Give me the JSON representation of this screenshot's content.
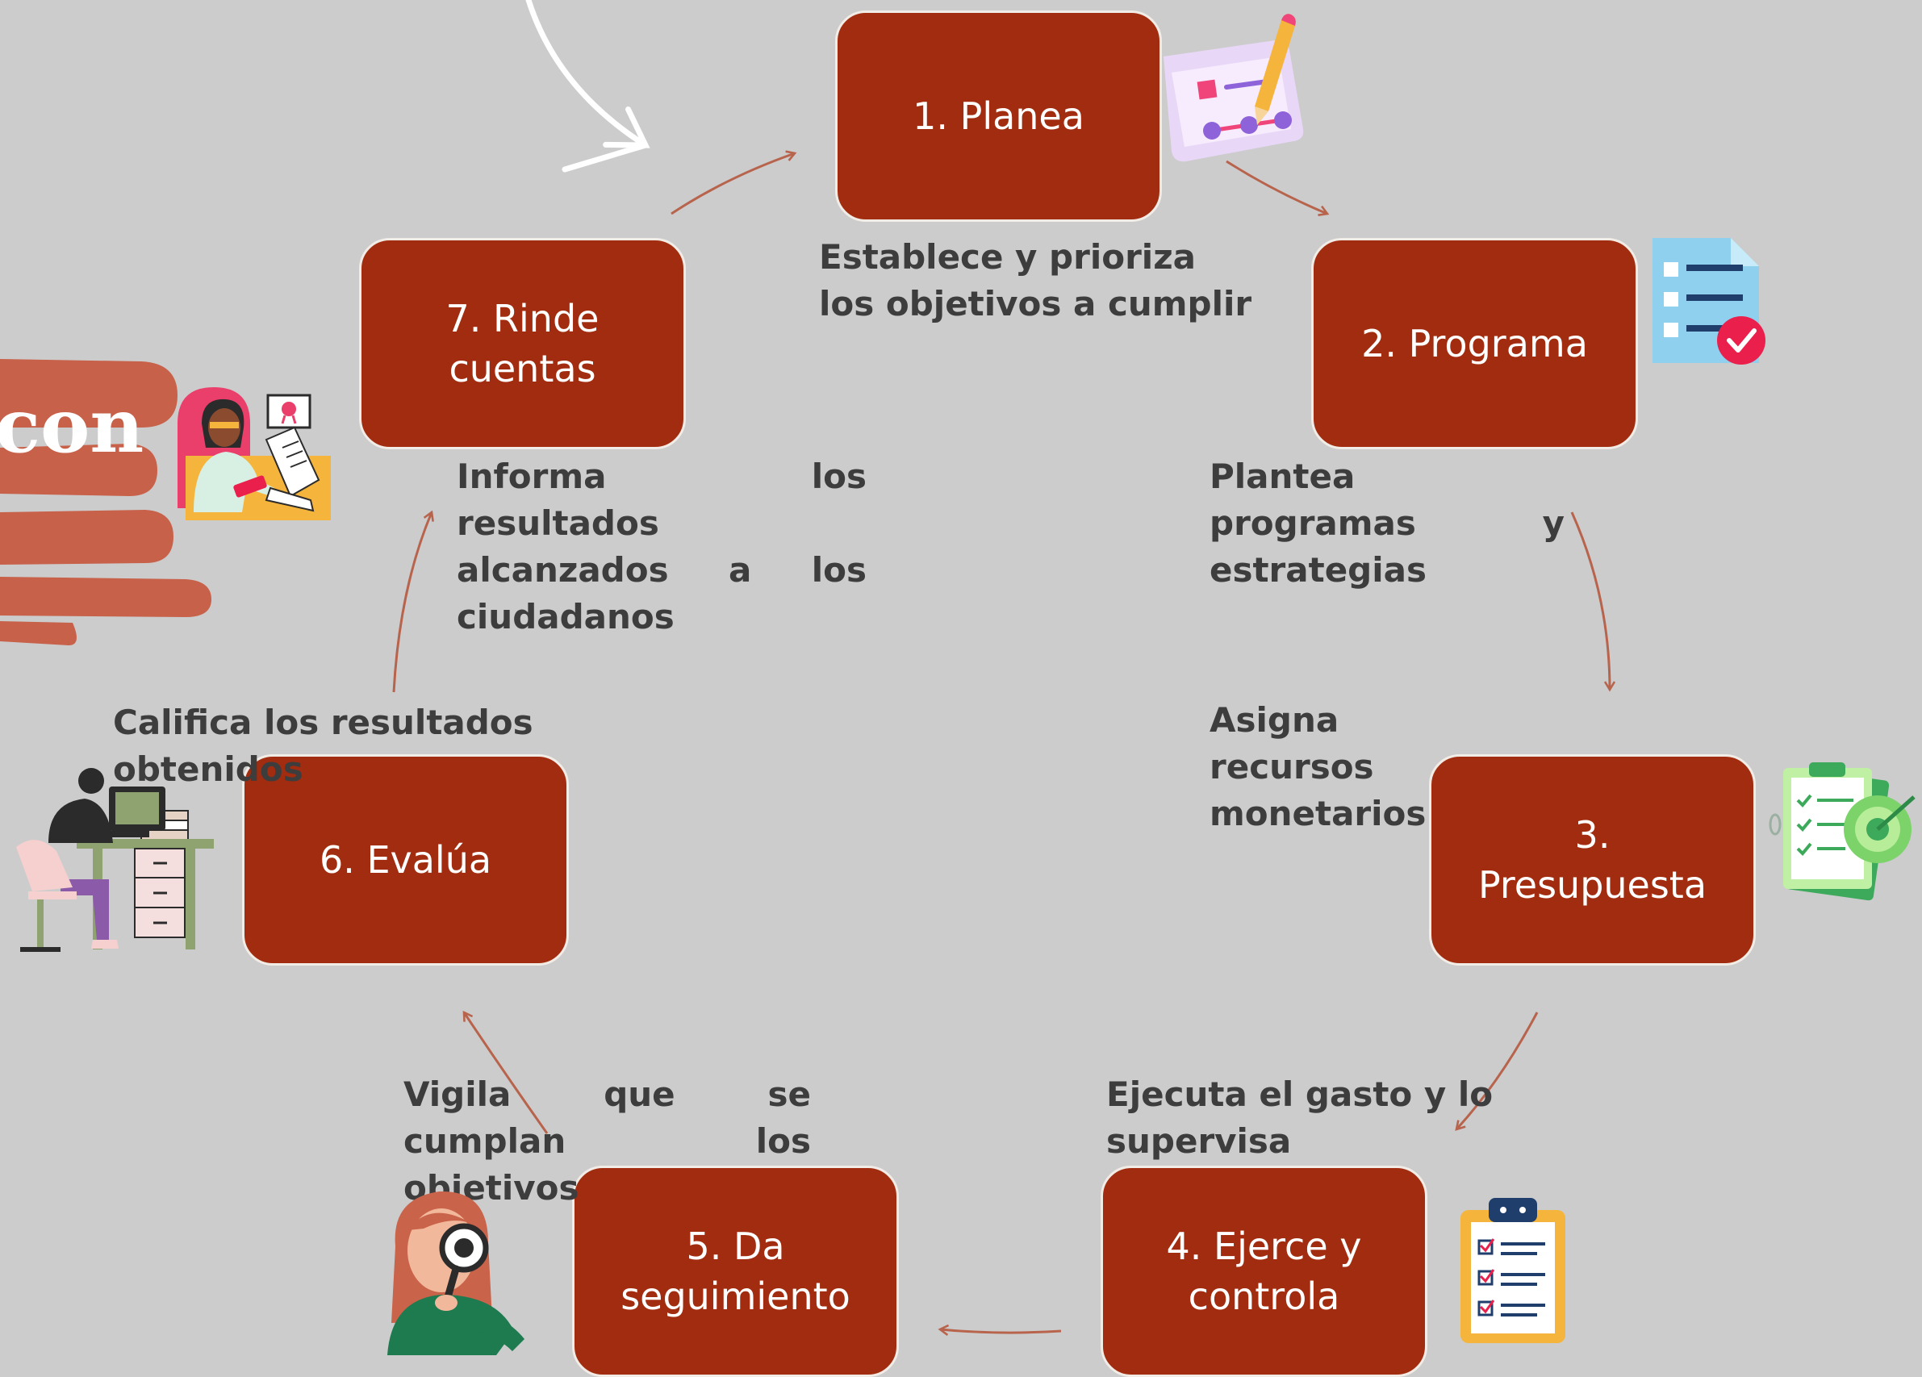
{
  "colors": {
    "background": "#cccccc",
    "box_fill": "#a22c0f",
    "box_border": "#f2ece6",
    "box_text": "#ffffff",
    "description_text": "#3d3d3d",
    "arrow": "#b8644d",
    "hand": "#c7614a"
  },
  "side_title": "con",
  "steps": [
    {
      "label": "1. Planea",
      "description": "Establece y prioriza los objetivos a cumplir",
      "icon": "plan-sketch-icon"
    },
    {
      "label": "2. Programa",
      "description": "Plantea programas y estrategias",
      "icon": "checklist-document-icon"
    },
    {
      "label": "3. Presupuesta",
      "description": "Asigna recursos monetarios",
      "icon": "budget-target-icon"
    },
    {
      "label": "4. Ejerce y\ncontrola",
      "description": "Ejecuta el gasto y lo supervisa",
      "icon": "clipboard-checklist-icon"
    },
    {
      "label": "5. Da\nseguimiento",
      "description": "Vigila que se cumplan los objetivos",
      "icon": "woman-magnifier-icon"
    },
    {
      "label": "6. Evalúa",
      "description": "Califica los resultados obtenidos",
      "icon": "person-at-desk-icon"
    },
    {
      "label": "7. Rinde\ncuentas",
      "description": "Informa los resultados alcanzados a los ciudadanos",
      "icon": "woman-with-documents-icon"
    }
  ]
}
